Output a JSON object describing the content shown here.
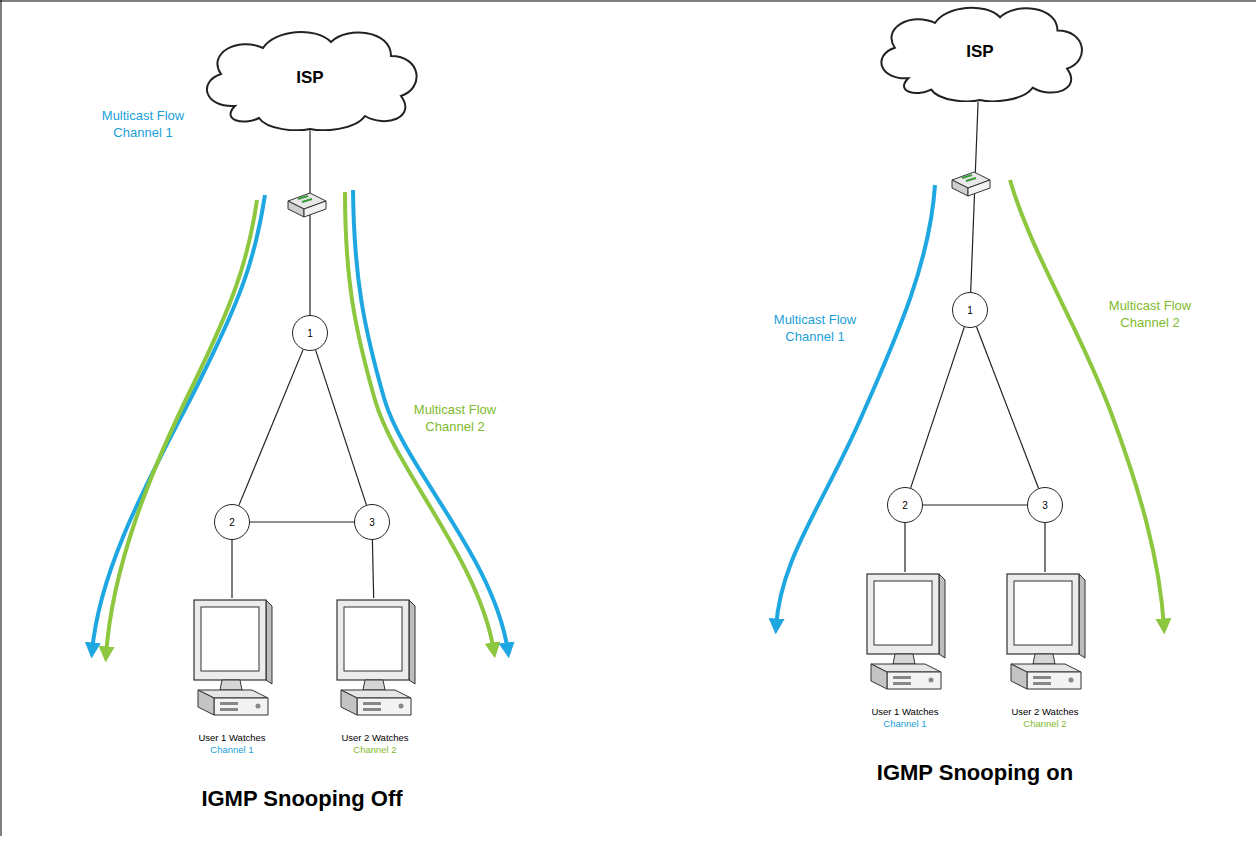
{
  "diagram": {
    "nodes": [
      {
        "text": [
          "ISP"
        ]
      },
      {
        "text": [
          "1"
        ]
      },
      {
        "text": [
          "2"
        ]
      },
      {
        "text": [
          "3"
        ]
      },
      {
        "text": [
          "User 1 Watches",
          "Channel 1"
        ]
      },
      {
        "text": [
          "User 2 Watches",
          "Channel 2"
        ]
      },
      {
        "text": [
          "ISP"
        ]
      },
      {
        "text": [
          "1"
        ]
      },
      {
        "text": [
          "2"
        ]
      },
      {
        "text": [
          "3"
        ]
      },
      {
        "text": [
          "User 1 Watches",
          "Channel 1"
        ]
      },
      {
        "text": [
          "User 2 Watches",
          "Channel 2"
        ]
      }
    ],
    "edges": [
      {
        "from": 0,
        "to": 1,
        "arrow": "none"
      },
      {
        "from": 1,
        "to": 2,
        "arrow": "none"
      },
      {
        "from": 1,
        "to": 3,
        "arrow": "none"
      },
      {
        "from": 2,
        "to": 3,
        "arrow": "none"
      },
      {
        "from": 2,
        "to": 4,
        "arrow": "none"
      },
      {
        "from": 3,
        "to": 5,
        "arrow": "none"
      },
      {
        "from": 6,
        "to": 7,
        "arrow": "none"
      },
      {
        "from": 7,
        "to": 8,
        "arrow": "none"
      },
      {
        "from": 7,
        "to": 9,
        "arrow": "none"
      },
      {
        "from": 8,
        "to": 9,
        "arrow": "none"
      },
      {
        "from": 8,
        "to": 10,
        "arrow": "none"
      },
      {
        "from": 9,
        "to": 11,
        "arrow": "none"
      }
    ],
    "labels": [
      "Multicast Flow Channel 1",
      "Multicast Flow Channel 2",
      "IGMP Snooping Off",
      "Multicast Flow Channel 1",
      "Multicast Flow Channel 2",
      "IGMP Snooping on"
    ]
  }
}
